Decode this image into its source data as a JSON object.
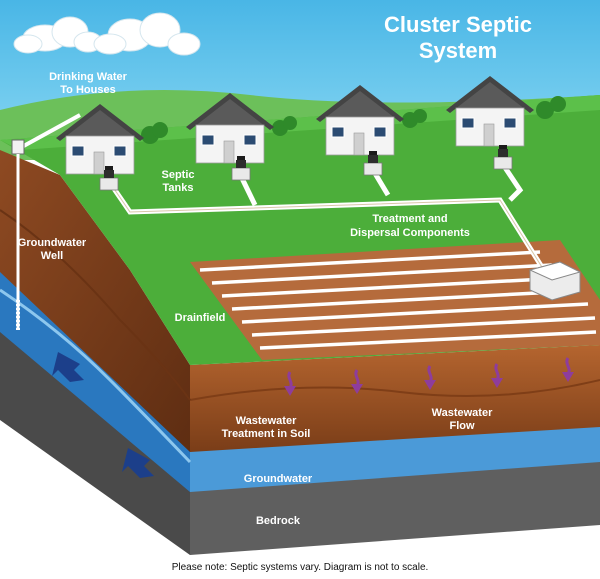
{
  "title": {
    "line1": "Cluster Septic",
    "line2": "System"
  },
  "labels": {
    "drinking_water_1": "Drinking Water",
    "drinking_water_2": "To Houses",
    "septic_1": "Septic",
    "septic_2": "Tanks",
    "groundwater_well_1": "Groundwater",
    "groundwater_well_2": "Well",
    "treatment_1": "Treatment and",
    "treatment_2": "Dispersal Components",
    "drainfield": "Drainfield",
    "wastewater_treatment_1": "Wastewater",
    "wastewater_treatment_2": "Treatment in Soil",
    "wastewater_flow_1": "Wastewater",
    "wastewater_flow_2": "Flow",
    "groundwater": "Groundwater",
    "bedrock": "Bedrock"
  },
  "note": "Please note: Septic systems vary. Diagram is not to scale.",
  "colors": {
    "sky": "#5bc4ec",
    "grass": "#4cae3a",
    "soil": "#a85a2c",
    "groundwater": "#2f87cc",
    "bedrock": "#5a5a5a",
    "arrow": "#8e3d9c"
  },
  "icons": [
    "cloud-icon",
    "house-icon",
    "septic-tank-icon",
    "down-arrow-icon",
    "flow-arrow-icon"
  ]
}
